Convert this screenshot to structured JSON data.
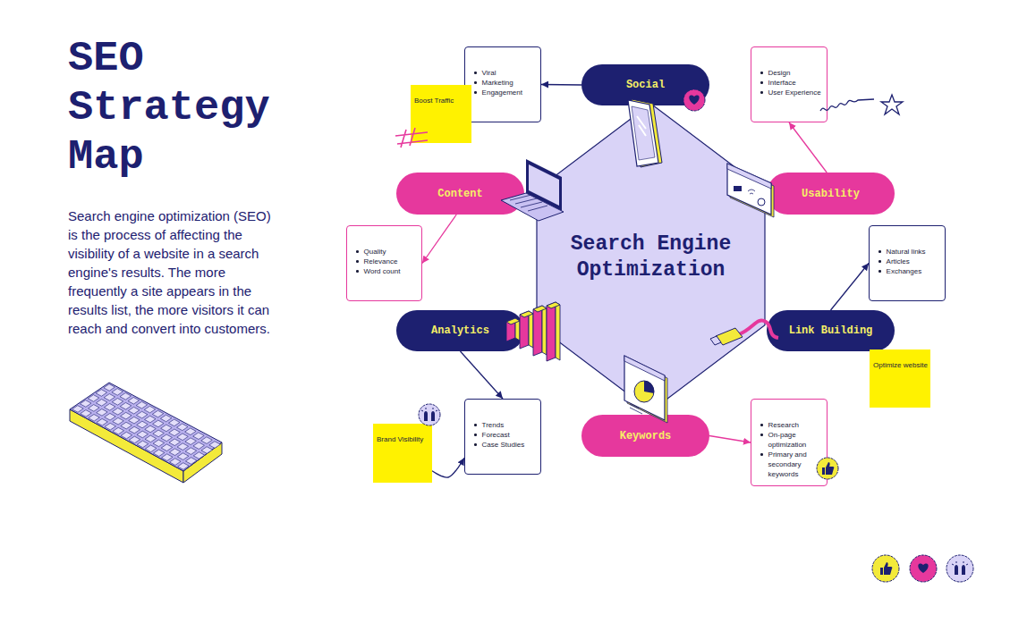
{
  "diagram": {
    "title": "SEO Strategy Map",
    "nodes": [
      {
        "text": [
          "Search Engine Optimization"
        ]
      },
      {
        "text": [
          "Social"
        ]
      },
      {
        "text": [
          "Viral",
          "Marketing",
          "Engagement"
        ]
      },
      {
        "text": [
          "Boost Traffic"
        ]
      },
      {
        "text": [
          "Usability"
        ]
      },
      {
        "text": [
          "Design",
          "Interface",
          "User Experience"
        ]
      },
      {
        "text": [
          "Content"
        ]
      },
      {
        "text": [
          "Quality",
          "Relevance",
          "Word count"
        ]
      },
      {
        "text": [
          "Link Building"
        ]
      },
      {
        "text": [
          "Natural links",
          "Articles",
          "Exchanges"
        ]
      },
      {
        "text": [
          "Optimize website"
        ]
      },
      {
        "text": [
          "Analytics"
        ]
      },
      {
        "text": [
          "Trends",
          "Forecast",
          "Case Studies"
        ]
      },
      {
        "text": [
          "Brand Visibility"
        ]
      },
      {
        "text": [
          "Keywords"
        ]
      },
      {
        "text": [
          "Research",
          "On-page optimization",
          "Primary and secondary keywords"
        ]
      }
    ],
    "edges": [
      {
        "from": 1,
        "to": 2,
        "arrow": "to"
      },
      {
        "from": 6,
        "to": 7,
        "arrow": "to"
      },
      {
        "from": 4,
        "to": 5,
        "arrow": "to"
      },
      {
        "from": 8,
        "to": 9,
        "arrow": "to"
      },
      {
        "from": 11,
        "to": 12,
        "arrow": "to"
      },
      {
        "from": 14,
        "to": 15,
        "arrow": "to"
      },
      {
        "from": 13,
        "to": 12,
        "arrow": "to"
      }
    ],
    "labels": [
      "Search engine optimization (SEO) is the process of affecting the visibility of a website in a search engine's results. The more frequently a site appears in the results list, the more visitors it can reach and convert into customers."
    ]
  }
}
